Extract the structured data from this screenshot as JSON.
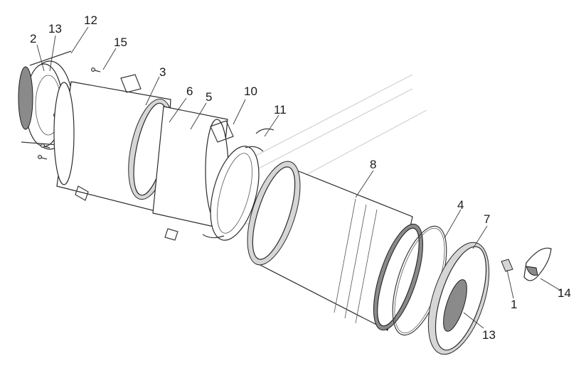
{
  "diagram": {
    "callouts": [
      {
        "id": "c2",
        "text": "2"
      },
      {
        "id": "c13a",
        "text": "13"
      },
      {
        "id": "c12",
        "text": "12"
      },
      {
        "id": "c15",
        "text": "15"
      },
      {
        "id": "c3",
        "text": "3"
      },
      {
        "id": "c6",
        "text": "6"
      },
      {
        "id": "c5",
        "text": "5"
      },
      {
        "id": "c10",
        "text": "10"
      },
      {
        "id": "c11",
        "text": "11"
      },
      {
        "id": "c8",
        "text": "8"
      },
      {
        "id": "c4",
        "text": "4"
      },
      {
        "id": "c7",
        "text": "7"
      },
      {
        "id": "c1",
        "text": "1"
      },
      {
        "id": "c14",
        "text": "14"
      },
      {
        "id": "c13b",
        "text": "13"
      }
    ]
  }
}
